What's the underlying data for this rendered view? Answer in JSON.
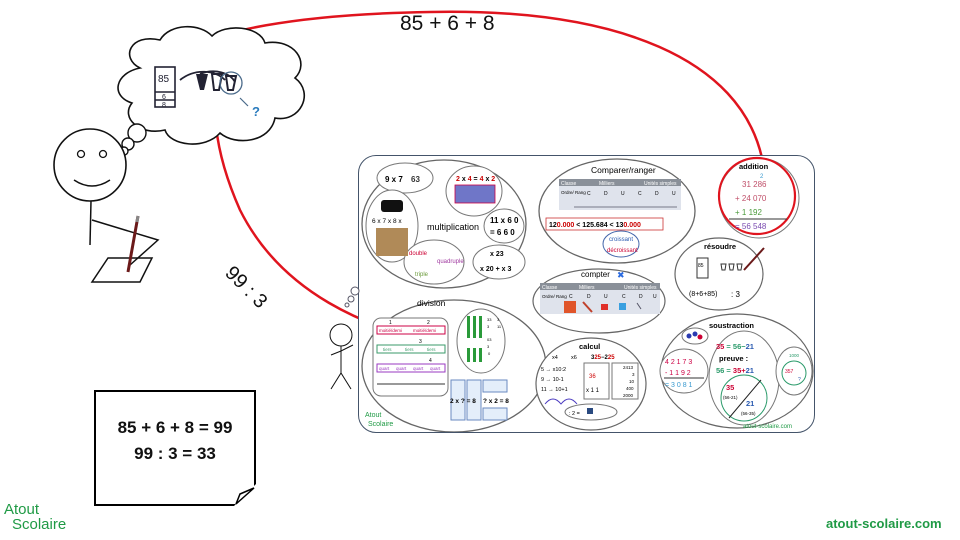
{
  "title_expression": "85 + 6 + 8",
  "side_expression": "99 : 3",
  "note": {
    "line1": "85 + 6 + 8 = 99",
    "line2": "99 : 3 = 33"
  },
  "thought": {
    "card_top": "85",
    "card_mid": "6",
    "card_bot": "8",
    "question": "?"
  },
  "logo": {
    "line1": "Atout",
    "line2": "Scolaire"
  },
  "site": "atout-scolaire.com",
  "panel": {
    "logo_line1": "Atout",
    "logo_line2": "Scolaire",
    "site": "atout-scolaire.com",
    "multiplication": {
      "title": "multiplication",
      "fact": "9 x 7",
      "fact_result": "63",
      "commutative": [
        "2",
        " x ",
        "4",
        " = ",
        "4",
        " x ",
        "2"
      ],
      "tables": "6 x 7 x 8 x",
      "mult11_a": "11 x 6 0",
      "mult11_b": "= 6 6 0",
      "double": "double",
      "triple": "triple",
      "quadruple": "quadruple",
      "dist_top": "x 23",
      "dist_bottom": "x 20 + x 3"
    },
    "comparer": {
      "title": "Comparer/ranger",
      "headers": [
        "Classe",
        "Milliers",
        "Unités simples"
      ],
      "rank_label": "Ordre/ Rang",
      "cols": [
        "C",
        "D",
        "U",
        "C",
        "D",
        "U"
      ],
      "compare_parts": [
        "12",
        "0.000",
        " < 125.684 < 13",
        "0.000"
      ],
      "croissant": "croissant",
      "decroissant": "décroissant"
    },
    "addition": {
      "title": "addition",
      "carry": "2",
      "rows": [
        "31 286",
        "+ 24 070",
        "+ 1 192",
        "= 56 548"
      ]
    },
    "resoudre": {
      "title": "résoudre",
      "card": "85",
      "expr": "(8+6+85)",
      "div": ": 3"
    },
    "compter": {
      "title": "compter",
      "headers": [
        "Classe",
        "Milliers",
        "Unités simples"
      ],
      "rank_label": "Ordre/ Rang",
      "cols": [
        "C",
        "D",
        "U",
        "C",
        "D",
        "U"
      ]
    },
    "division": {
      "title": "division",
      "moitie": "moitié/demi",
      "tiers": "tiers",
      "quart": "quart",
      "fractions": [
        "1",
        "2",
        "3",
        "4"
      ],
      "ldiv": [
        "33",
        "3",
        "11",
        "3",
        "03",
        "3",
        "0"
      ],
      "eq1": "2 x ? = 8",
      "eq2": "? x 2 = 8"
    },
    "calcul": {
      "title": "calcul",
      "x4": "x4",
      "x6": "x6",
      "sub": [
        "3",
        "25",
        "−2",
        "25"
      ],
      "rules": [
        "5 → x10:2",
        "9 → 10-1",
        "11 → 10+1"
      ],
      "col_mult": [
        "36",
        "x 1 1"
      ],
      "col_add": [
        "2413",
        "3",
        "10",
        "400",
        "2000"
      ],
      "div2": ": 2 ="
    },
    "soustraction": {
      "title": "soustraction",
      "col": [
        "4 2 1 7 3",
        "- 1 1 9 2",
        "= 3 0 8 1"
      ],
      "eq1": [
        "35",
        " = ",
        "56",
        "−",
        "21"
      ],
      "preuve": "preuve :",
      "eq2": [
        "56",
        " = ",
        "35",
        "+",
        "21"
      ],
      "part1": "35",
      "part1_sub": "(56-21)",
      "part2": "21",
      "part2_sub": "(56-35)",
      "total": "1000",
      "known": "357",
      "unknown": "?"
    }
  },
  "colors": {
    "arrow": "#e0141e",
    "brand_green": "#1f9a45",
    "panel_border": "#44546a"
  }
}
